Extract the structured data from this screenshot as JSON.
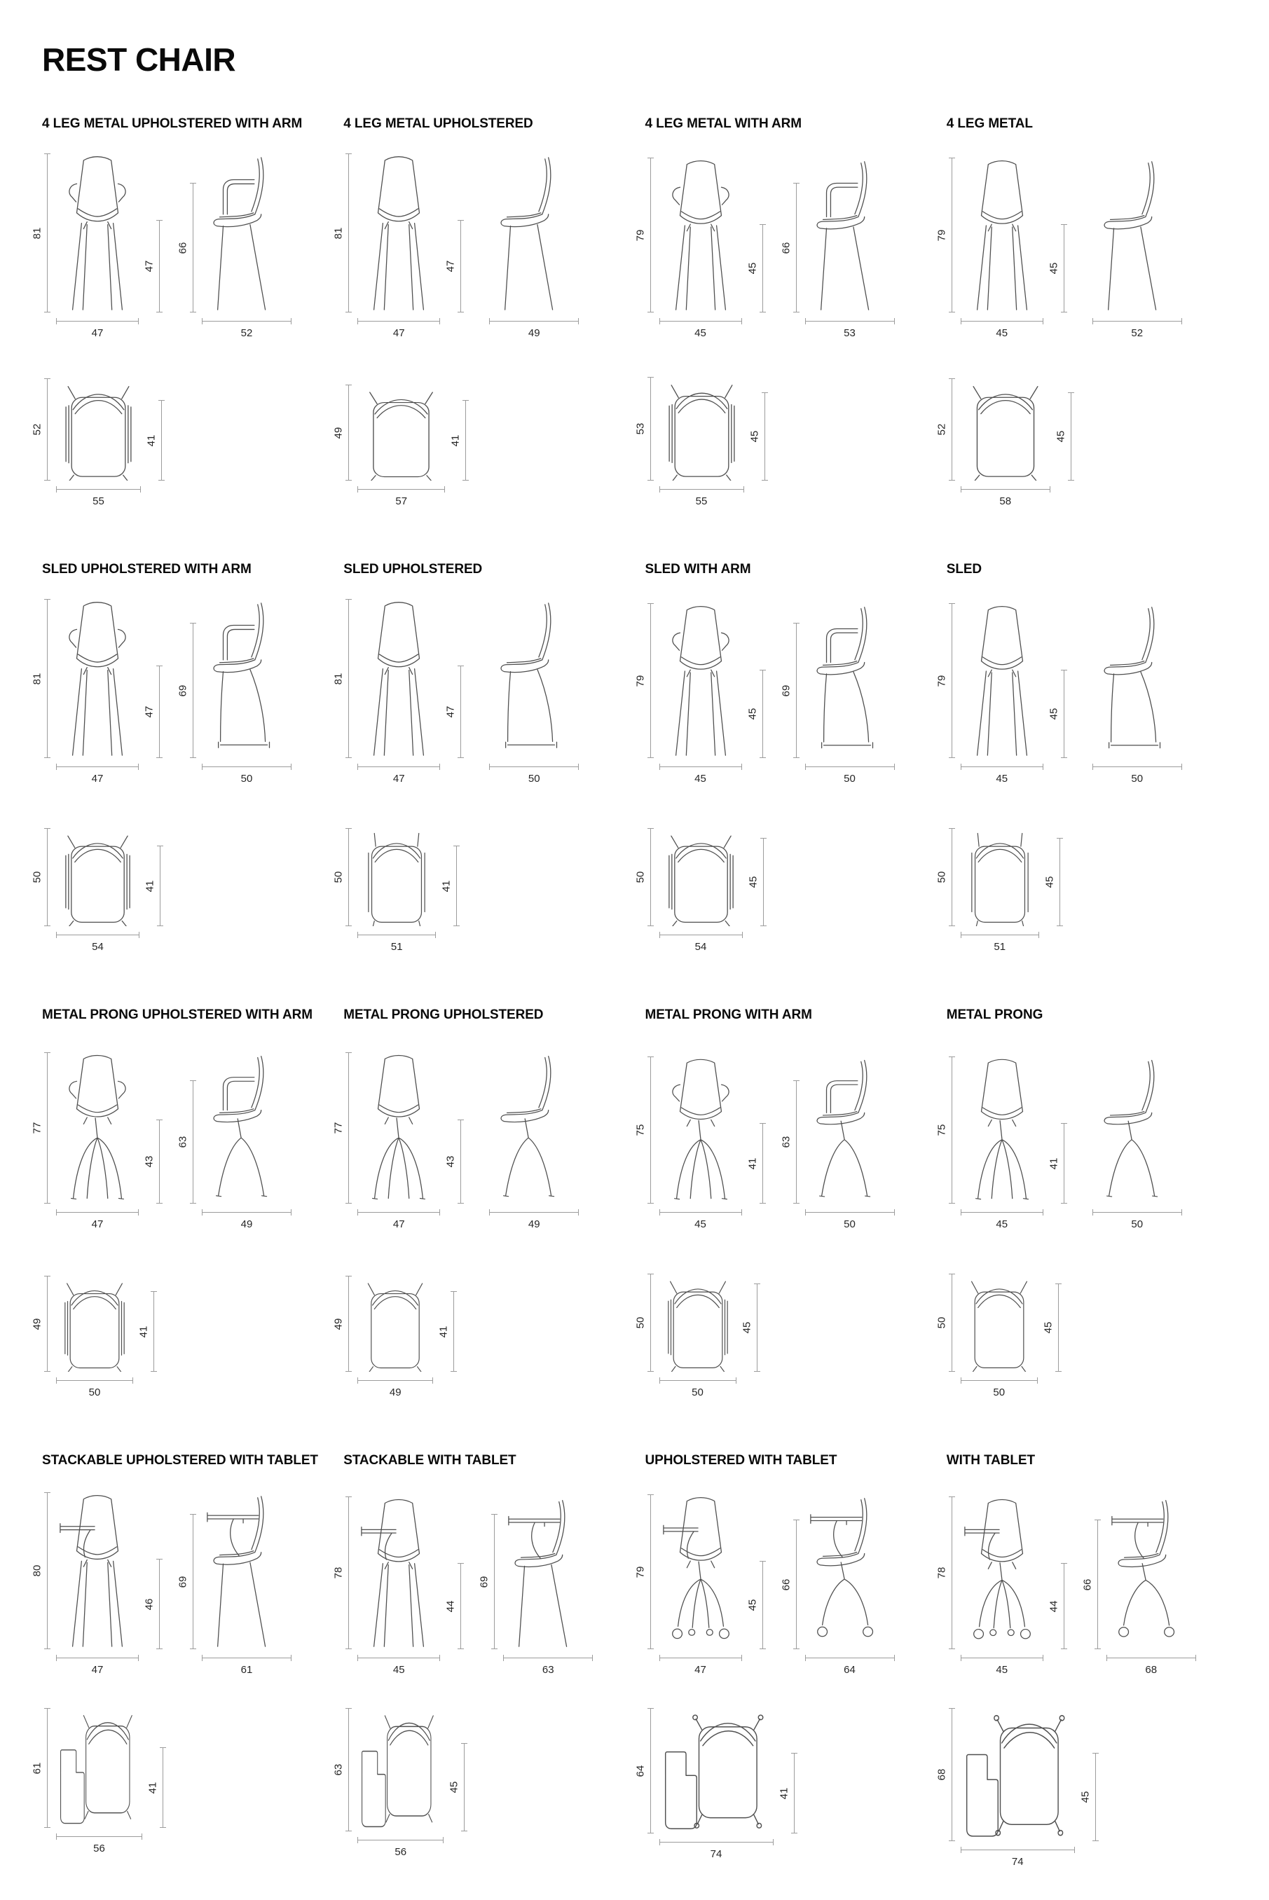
{
  "page": {
    "title": "REST CHAIR"
  },
  "sections": [
    {
      "title": "4 LEG METAL UPHOLSTERED WITH ARM",
      "front": {
        "style": "front-4leg-arm",
        "height": "81",
        "seat_height": "47",
        "width": "47"
      },
      "side": {
        "style": "side-4leg-arm",
        "arm_height": "66",
        "depth": "52"
      },
      "top": {
        "style": "top-arm",
        "depth": "52",
        "seat_depth": "41",
        "width": "55"
      }
    },
    {
      "title": "4 LEG METAL UPHOLSTERED",
      "front": {
        "style": "front-4leg",
        "height": "81",
        "seat_height": "47",
        "width": "47"
      },
      "side": {
        "style": "side-4leg",
        "arm_height": null,
        "depth": "49"
      },
      "top": {
        "style": "top-plain",
        "depth": "49",
        "seat_depth": "41",
        "width": "57"
      }
    },
    {
      "title": "4 LEG METAL WITH ARM",
      "front": {
        "style": "front-4leg-arm",
        "height": "79",
        "seat_height": "45",
        "width": "45"
      },
      "side": {
        "style": "side-4leg-arm",
        "arm_height": "66",
        "depth": "53"
      },
      "top": {
        "style": "top-arm",
        "depth": "53",
        "seat_depth": "45",
        "width": "55"
      }
    },
    {
      "title": "4 LEG METAL",
      "front": {
        "style": "front-4leg",
        "height": "79",
        "seat_height": "45",
        "width": "45"
      },
      "side": {
        "style": "side-4leg",
        "arm_height": null,
        "depth": "52"
      },
      "top": {
        "style": "top-plain",
        "depth": "52",
        "seat_depth": "45",
        "width": "58"
      }
    },
    {
      "title": "SLED UPHOLSTERED WITH ARM",
      "front": {
        "style": "front-4leg-arm",
        "height": "81",
        "seat_height": "47",
        "width": "47"
      },
      "side": {
        "style": "side-sled-arm",
        "arm_height": "69",
        "depth": "50"
      },
      "top": {
        "style": "top-arm",
        "depth": "50",
        "seat_depth": "41",
        "width": "54"
      }
    },
    {
      "title": "SLED UPHOLSTERED",
      "front": {
        "style": "front-4leg",
        "height": "81",
        "seat_height": "47",
        "width": "47"
      },
      "side": {
        "style": "side-sled",
        "arm_height": null,
        "depth": "50"
      },
      "top": {
        "style": "top-sled",
        "depth": "50",
        "seat_depth": "41",
        "width": "51"
      }
    },
    {
      "title": "SLED WITH ARM",
      "front": {
        "style": "front-4leg-arm",
        "height": "79",
        "seat_height": "45",
        "width": "45"
      },
      "side": {
        "style": "side-sled-arm",
        "arm_height": "69",
        "depth": "50"
      },
      "top": {
        "style": "top-arm",
        "depth": "50",
        "seat_depth": "45",
        "width": "54"
      }
    },
    {
      "title": "SLED",
      "front": {
        "style": "front-4leg",
        "height": "79",
        "seat_height": "45",
        "width": "45"
      },
      "side": {
        "style": "side-sled",
        "arm_height": null,
        "depth": "50"
      },
      "top": {
        "style": "top-sled",
        "depth": "50",
        "seat_depth": "45",
        "width": "51"
      }
    },
    {
      "title": "METAL PRONG UPHOLSTERED WITH ARM",
      "front": {
        "style": "front-prong-arm",
        "height": "77",
        "seat_height": "43",
        "width": "47"
      },
      "side": {
        "style": "side-prong-arm",
        "arm_height": "63",
        "depth": "49"
      },
      "top": {
        "style": "top-arm",
        "depth": "49",
        "seat_depth": "41",
        "width": "50"
      }
    },
    {
      "title": "METAL PRONG UPHOLSTERED",
      "front": {
        "style": "front-prong",
        "height": "77",
        "seat_height": "43",
        "width": "47"
      },
      "side": {
        "style": "side-prong",
        "arm_height": null,
        "depth": "49"
      },
      "top": {
        "style": "top-plain",
        "depth": "49",
        "seat_depth": "41",
        "width": "49"
      }
    },
    {
      "title": "METAL PRONG WITH ARM",
      "front": {
        "style": "front-prong-arm",
        "height": "75",
        "seat_height": "41",
        "width": "45"
      },
      "side": {
        "style": "side-prong-arm",
        "arm_height": "63",
        "depth": "50"
      },
      "top": {
        "style": "top-arm",
        "depth": "50",
        "seat_depth": "45",
        "width": "50"
      }
    },
    {
      "title": "METAL PRONG",
      "front": {
        "style": "front-prong",
        "height": "75",
        "seat_height": "41",
        "width": "45"
      },
      "side": {
        "style": "side-prong",
        "arm_height": null,
        "depth": "50"
      },
      "top": {
        "style": "top-plain",
        "depth": "50",
        "seat_depth": "45",
        "width": "50"
      }
    },
    {
      "title": "STACKABLE UPHOLSTERED WITH TABLET",
      "front": {
        "style": "front-4leg-tablet",
        "height": "80",
        "seat_height": "46",
        "width": "47"
      },
      "side": {
        "style": "side-tablet-4leg",
        "arm_height": "69",
        "depth": "61"
      },
      "top": {
        "style": "top-tablet-4leg",
        "depth": "61",
        "seat_depth": "41",
        "width": "56"
      }
    },
    {
      "title": "STACKABLE WITH TABLET",
      "front": {
        "style": "front-4leg-tablet",
        "height": "78",
        "seat_height": "44",
        "width": "45"
      },
      "side": {
        "style": "side-tablet-4leg",
        "arm_height": "69",
        "depth": "63"
      },
      "top": {
        "style": "top-tablet-4leg",
        "depth": "63",
        "seat_depth": "45",
        "width": "56"
      }
    },
    {
      "title": "UPHOLSTERED WITH TABLET",
      "front": {
        "style": "front-caster-tablet",
        "height": "79",
        "seat_height": "45",
        "width": "47"
      },
      "side": {
        "style": "side-tablet-caster",
        "arm_height": "66",
        "depth": "64"
      },
      "top": {
        "style": "top-tablet-caster",
        "depth": "64",
        "seat_depth": "41",
        "width": "74"
      }
    },
    {
      "title": "WITH TABLET",
      "front": {
        "style": "front-caster-tablet",
        "height": "78",
        "seat_height": "44",
        "width": "45"
      },
      "side": {
        "style": "side-tablet-caster",
        "arm_height": "66",
        "depth": "68"
      },
      "top": {
        "style": "top-tablet-caster",
        "depth": "68",
        "seat_depth": "45",
        "width": "74"
      }
    }
  ]
}
